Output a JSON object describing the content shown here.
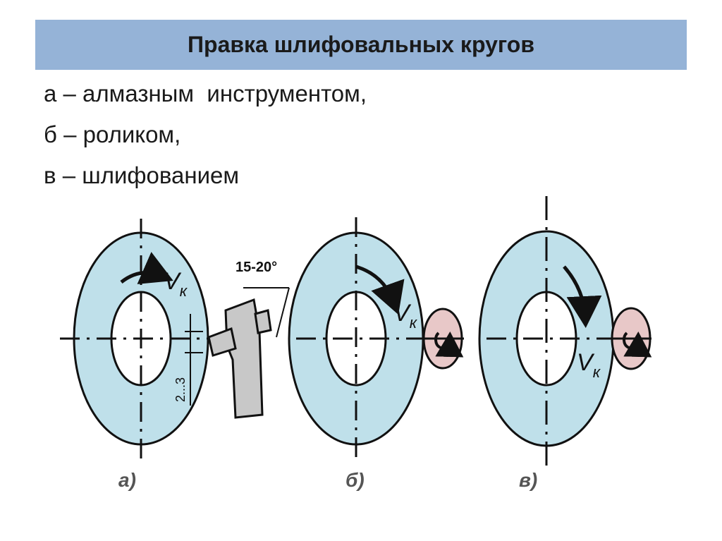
{
  "title": "Правка шлифовальных кругов",
  "items": [
    "а – алмазным  инструментом,",
    "б – роликом,",
    "в – шлифованием"
  ],
  "diagram": {
    "angle_label": "15-20°",
    "dimension_label": "2...3",
    "velocity_letter": "V",
    "velocity_subscript": "к",
    "sub_labels": [
      "а)",
      "б)",
      "в)"
    ]
  },
  "colors": {
    "title_bar": "#95b3d7",
    "wheel_fill": "#bfe0ea",
    "roller_fill": "#e8c8c8",
    "tool_fill": "#c8c8c8",
    "line": "#111111"
  }
}
